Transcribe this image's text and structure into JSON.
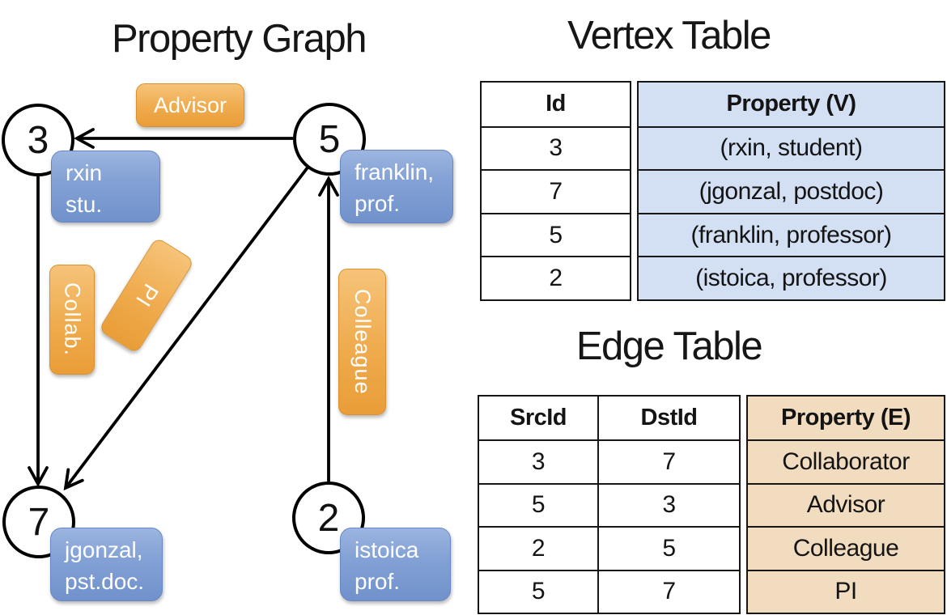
{
  "titles": {
    "graph": "Property Graph",
    "vertex_table": "Vertex Table",
    "edge_table": "Edge Table"
  },
  "graph": {
    "nodes": [
      {
        "id": "3",
        "prop_line1": "rxin",
        "prop_line2": "stu."
      },
      {
        "id": "5",
        "prop_line1": "franklin,",
        "prop_line2": "prof."
      },
      {
        "id": "7",
        "prop_line1": "jgonzal,",
        "prop_line2": "pst.doc."
      },
      {
        "id": "2",
        "prop_line1": "istoica",
        "prop_line2": "prof."
      }
    ],
    "edge_labels": [
      {
        "text": "Advisor"
      },
      {
        "text": "Collab."
      },
      {
        "text": "PI"
      },
      {
        "text": "Colleague"
      }
    ]
  },
  "vertex_table": {
    "headers": {
      "id": "Id",
      "property": "Property (V)"
    },
    "rows": [
      {
        "id": "3",
        "property": "(rxin, student)"
      },
      {
        "id": "7",
        "property": "(jgonzal, postdoc)"
      },
      {
        "id": "5",
        "property": "(franklin, professor)"
      },
      {
        "id": "2",
        "property": "(istoica, professor)"
      }
    ]
  },
  "edge_table": {
    "headers": {
      "src": "SrcId",
      "dst": "DstId",
      "property": "Property (E)"
    },
    "rows": [
      {
        "src": "3",
        "dst": "7",
        "property": "Collaborator"
      },
      {
        "src": "5",
        "dst": "3",
        "property": "Advisor"
      },
      {
        "src": "2",
        "dst": "5",
        "property": "Colleague"
      },
      {
        "src": "5",
        "dst": "7",
        "property": "PI"
      }
    ]
  },
  "colors": {
    "edge_label_fill": "#EFAB4D",
    "vertex_label_fill": "#84A2D6",
    "vertex_property_column_fill": "#D3DFF2",
    "edge_property_column_fill": "#F2DCC0",
    "line_color": "#000000"
  }
}
